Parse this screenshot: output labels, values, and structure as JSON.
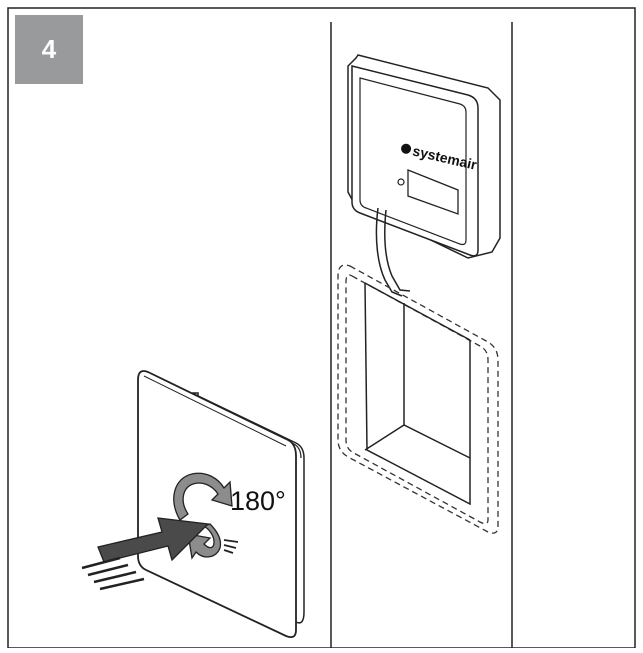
{
  "step": {
    "number": "4"
  },
  "rotation": {
    "label": "180°"
  },
  "device": {
    "brand": "systemair"
  },
  "colors": {
    "badge": "#999a9c",
    "line": "#222222",
    "arrow_fill": "#4a4a4a",
    "rotation_fill": "#8c8c8c"
  }
}
